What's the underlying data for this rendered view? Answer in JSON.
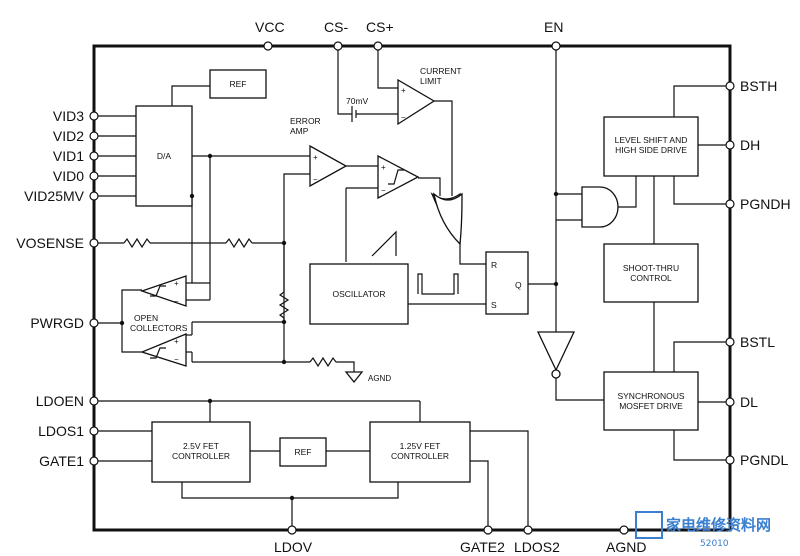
{
  "pins": {
    "top": [
      "VCC",
      "CS-",
      "CS+",
      "EN"
    ],
    "left": [
      "VID3",
      "VID2",
      "VID1",
      "VID0",
      "VID25MV",
      "VOSENSE",
      "PWRGD",
      "LDOEN",
      "LDOS1",
      "GATE1"
    ],
    "right": [
      "BSTH",
      "DH",
      "PGNDH",
      "BSTL",
      "DL",
      "PGNDL"
    ],
    "bottom": [
      "LDOV",
      "GATE2",
      "LDOS2",
      "AGND"
    ]
  },
  "blocks": {
    "ref_top": "REF",
    "da": "D/A",
    "current_limit": [
      "CURRENT",
      "LIMIT"
    ],
    "offset_voltage": "70mV",
    "error_amp": [
      "ERROR",
      "AMP"
    ],
    "oscillator": "OSCILLATOR",
    "sr_r": "R",
    "sr_s": "S",
    "sr_q": "Q",
    "level_shift": [
      "LEVEL SHIFT AND",
      "HIGH SIDE DRIVE"
    ],
    "shoot_thru": [
      "SHOOT-THRU",
      "CONTROL"
    ],
    "sync_drive": [
      "SYNCHRONOUS",
      "MOSFET DRIVE"
    ],
    "open_collectors": [
      "OPEN",
      "COLLECTORS"
    ],
    "agnd_internal": "AGND",
    "fet_25": [
      "2.5V FET",
      "CONTROLLER"
    ],
    "ref_bottom": "REF",
    "fet_125": [
      "1.25V FET",
      "CONTROLLER"
    ]
  },
  "watermark": {
    "logo": "家电维修资料网",
    "url": "52010"
  }
}
